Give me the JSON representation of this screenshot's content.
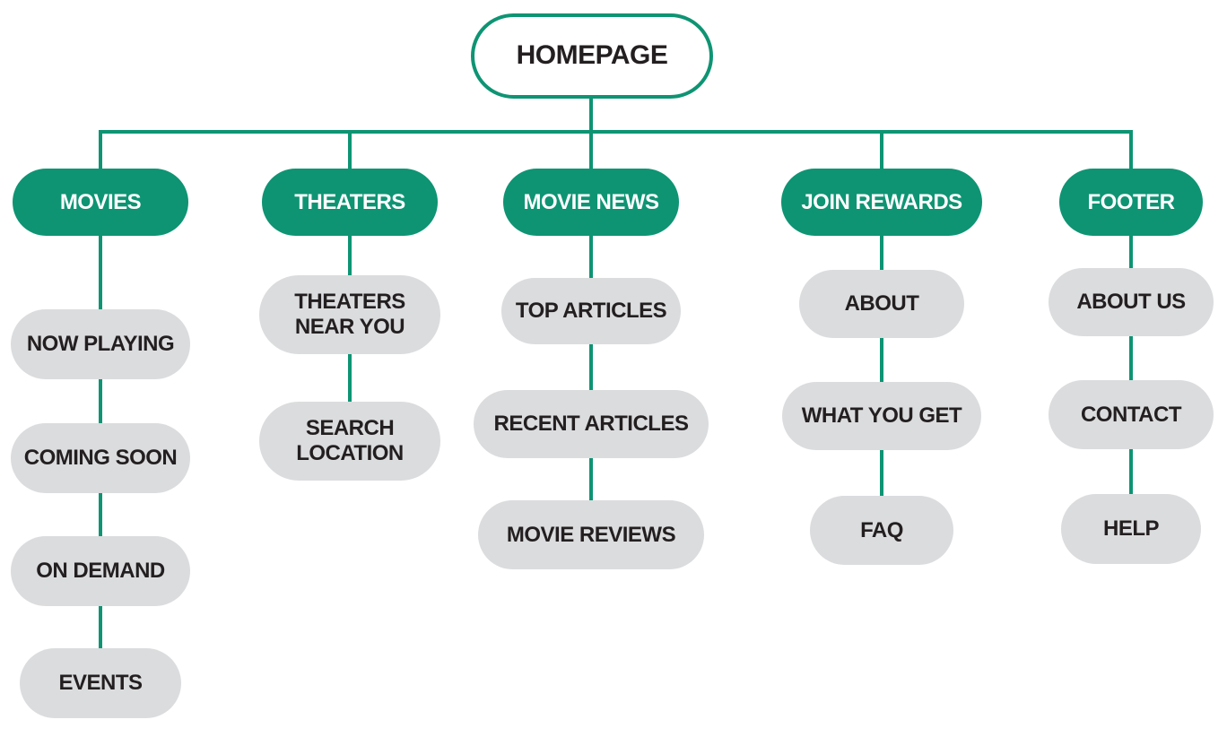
{
  "diagram": {
    "type": "sitemap",
    "root": "HOMEPAGE",
    "colors": {
      "accent_green": "#0E9473",
      "node_gray": "#DBDCDE",
      "text_dark": "#231F20",
      "text_light": "#FFFFFF"
    },
    "columns": [
      {
        "label": "MOVIES",
        "children": [
          "NOW PLAYING",
          "COMING SOON",
          "ON DEMAND",
          "EVENTS"
        ]
      },
      {
        "label": "THEATERS",
        "children": [
          "THEATERS\nNEAR YOU",
          "SEARCH\nLOCATION"
        ]
      },
      {
        "label": "MOVIE NEWS",
        "children": [
          "TOP ARTICLES",
          "RECENT ARTICLES",
          "MOVIE REVIEWS"
        ]
      },
      {
        "label": "JOIN REWARDS",
        "children": [
          "ABOUT",
          "WHAT YOU GET",
          "FAQ"
        ]
      },
      {
        "label": "FOOTER",
        "children": [
          "ABOUT US",
          "CONTACT",
          "HELP"
        ]
      }
    ]
  }
}
